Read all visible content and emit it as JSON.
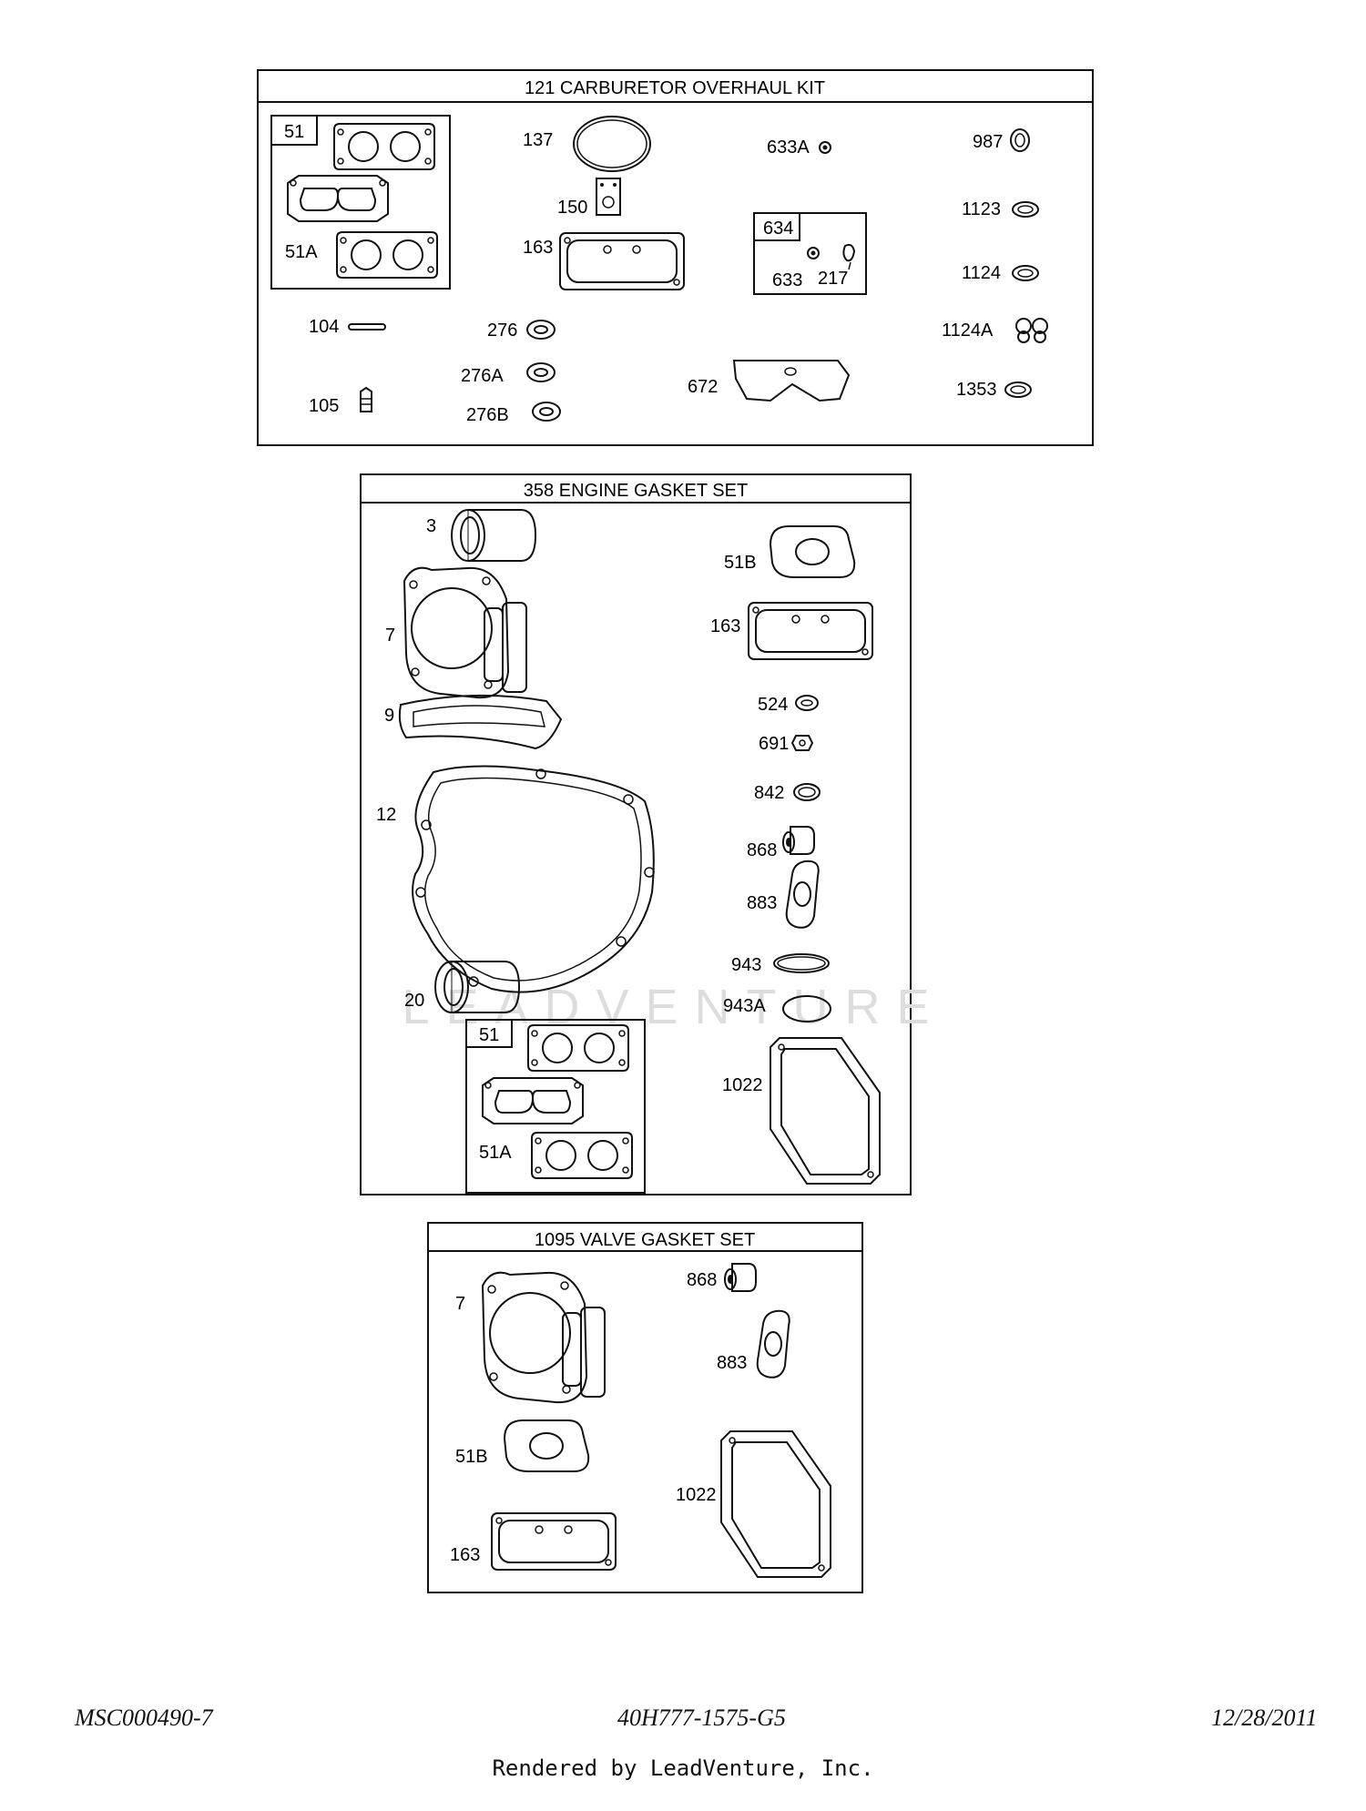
{
  "kits": [
    {
      "title": "121 CARBURETOR OVERHAUL KIT",
      "labels": [
        "51",
        "51A",
        "137",
        "150",
        "163",
        "633A",
        "634",
        "633",
        "217",
        "987",
        "1123",
        "1124",
        "104",
        "276",
        "276A",
        "276B",
        "105",
        "672",
        "1124A",
        "1353"
      ]
    },
    {
      "title": "358 ENGINE GASKET SET",
      "labels": [
        "3",
        "7",
        "9",
        "12",
        "20",
        "51",
        "51A",
        "51B",
        "163",
        "524",
        "691",
        "842",
        "868",
        "883",
        "943",
        "943A",
        "1022"
      ]
    },
    {
      "title": "1095 VALVE GASKET SET",
      "labels": [
        "7",
        "51B",
        "163",
        "868",
        "883",
        "1022"
      ]
    }
  ],
  "watermark": "LEADVENTURE",
  "footer": {
    "left": "MSC000490-7",
    "center": "40H777-1575-G5",
    "right": "12/28/2011",
    "rendered_by": "Rendered by LeadVenture, Inc."
  }
}
